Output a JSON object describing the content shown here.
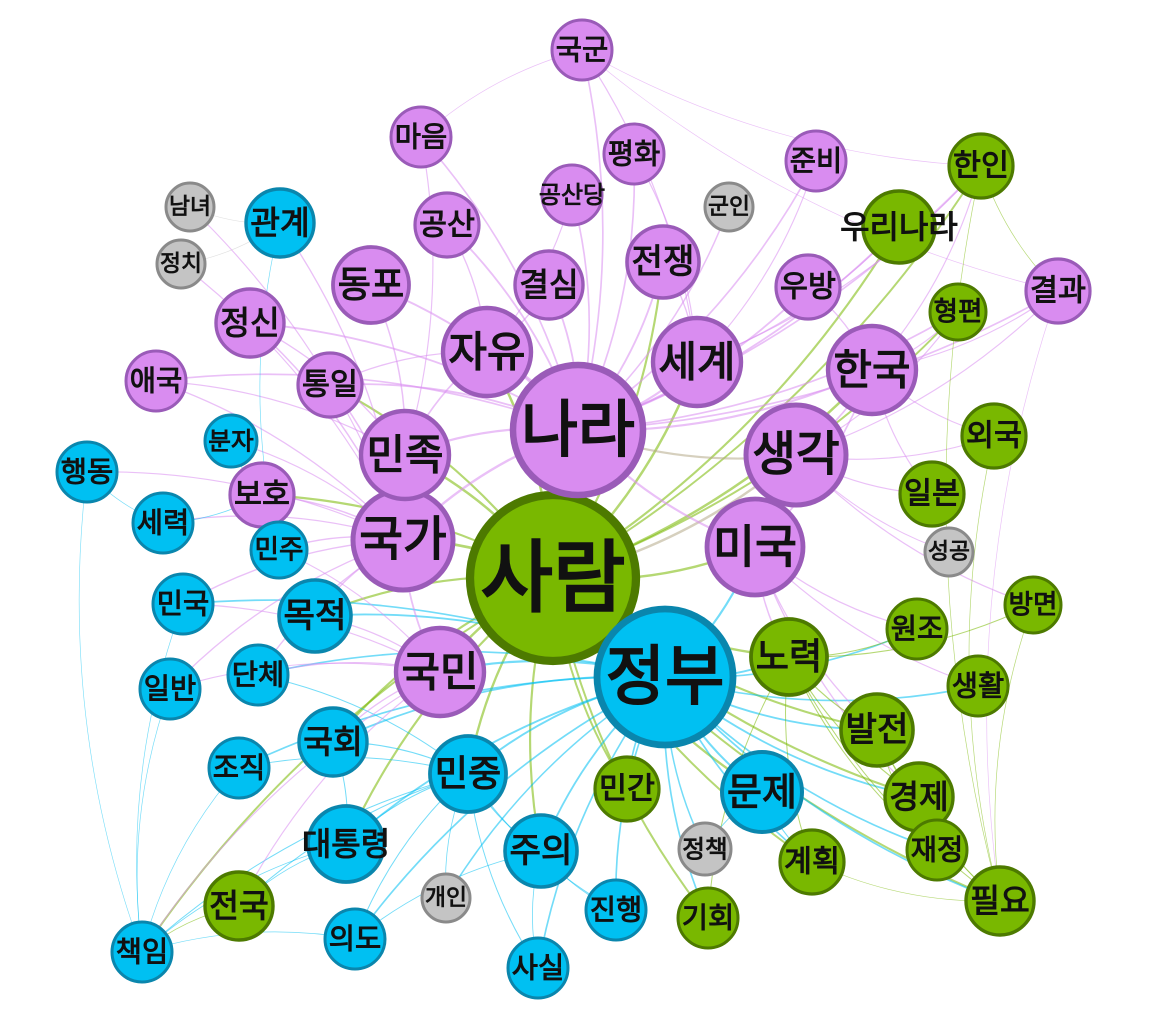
{
  "colors": {
    "purple": "#d98cf0",
    "purple_border": "#9a5bb8",
    "blue": "#00c0f2",
    "blue_border": "#0a86ad",
    "green": "#79b800",
    "green_border": "#4d7a00",
    "gray": "#c4c4c4",
    "gray_border": "#8a8a8a"
  },
  "nodes": [
    {
      "id": "사람",
      "label": "사람",
      "group": "green",
      "weight": 10
    },
    {
      "id": "정부",
      "label": "정부",
      "group": "blue",
      "weight": 8
    },
    {
      "id": "나라",
      "label": "나라",
      "group": "purple",
      "weight": 8
    },
    {
      "id": "국가",
      "label": "국가",
      "group": "purple",
      "weight": 6
    },
    {
      "id": "세계",
      "label": "세계",
      "group": "purple",
      "weight": 5
    },
    {
      "id": "생각",
      "label": "생각",
      "group": "purple",
      "weight": 5
    },
    {
      "id": "미국",
      "label": "미국",
      "group": "purple",
      "weight": 5
    },
    {
      "id": "자유",
      "label": "자유",
      "group": "purple",
      "weight": 5
    },
    {
      "id": "한국",
      "label": "한국",
      "group": "purple",
      "weight": 5
    },
    {
      "id": "국민",
      "label": "국민",
      "group": "purple",
      "weight": 5
    },
    {
      "id": "민족",
      "label": "민족",
      "group": "purple",
      "weight": 5
    },
    {
      "id": "민중",
      "label": "민중",
      "group": "blue",
      "weight": 4
    },
    {
      "id": "노력",
      "label": "노력",
      "group": "green",
      "weight": 4
    },
    {
      "id": "동포",
      "label": "동포",
      "group": "purple",
      "weight": 4
    },
    {
      "id": "전쟁",
      "label": "전쟁",
      "group": "purple",
      "weight": 3
    },
    {
      "id": "결심",
      "label": "결심",
      "group": "purple",
      "weight": 3
    },
    {
      "id": "공산",
      "label": "공산",
      "group": "purple",
      "weight": 3
    },
    {
      "id": "정신",
      "label": "정신",
      "group": "purple",
      "weight": 3
    },
    {
      "id": "통일",
      "label": "통일",
      "group": "purple",
      "weight": 3
    },
    {
      "id": "보호",
      "label": "보호",
      "group": "purple",
      "weight": 3
    },
    {
      "id": "우방",
      "label": "우방",
      "group": "purple",
      "weight": 3
    },
    {
      "id": "마음",
      "label": "마음",
      "group": "purple",
      "weight": 2
    },
    {
      "id": "평화",
      "label": "평화",
      "group": "purple",
      "weight": 2
    },
    {
      "id": "공산당",
      "label": "공산당",
      "group": "purple",
      "weight": 2
    },
    {
      "id": "준비",
      "label": "준비",
      "group": "purple",
      "weight": 2
    },
    {
      "id": "국군",
      "label": "국군",
      "group": "purple",
      "weight": 2
    },
    {
      "id": "애국",
      "label": "애국",
      "group": "purple",
      "weight": 2
    },
    {
      "id": "결과",
      "label": "결과",
      "group": "purple",
      "weight": 2
    },
    {
      "id": "관계",
      "label": "관계",
      "group": "blue",
      "weight": 2
    },
    {
      "id": "분자",
      "label": "분자",
      "group": "blue",
      "weight": 1
    },
    {
      "id": "행동",
      "label": "행동",
      "group": "blue",
      "weight": 1
    },
    {
      "id": "세력",
      "label": "세력",
      "group": "blue",
      "weight": 2
    },
    {
      "id": "민주",
      "label": "민주",
      "group": "blue",
      "weight": 2
    },
    {
      "id": "민국",
      "label": "민국",
      "group": "blue",
      "weight": 2
    },
    {
      "id": "목적",
      "label": "목적",
      "group": "blue",
      "weight": 3
    },
    {
      "id": "단체",
      "label": "단체",
      "group": "blue",
      "weight": 2
    },
    {
      "id": "일반",
      "label": "일반",
      "group": "blue",
      "weight": 2
    },
    {
      "id": "국회",
      "label": "국회",
      "group": "blue",
      "weight": 3
    },
    {
      "id": "조직",
      "label": "조직",
      "group": "blue",
      "weight": 2
    },
    {
      "id": "대통령",
      "label": "대통령",
      "group": "blue",
      "weight": 3
    },
    {
      "id": "주의",
      "label": "주의",
      "group": "blue",
      "weight": 3
    },
    {
      "id": "문제",
      "label": "문제",
      "group": "blue",
      "weight": 4
    },
    {
      "id": "진행",
      "label": "진행",
      "group": "blue",
      "weight": 2
    },
    {
      "id": "사실",
      "label": "사실",
      "group": "blue",
      "weight": 2
    },
    {
      "id": "의도",
      "label": "의도",
      "group": "blue",
      "weight": 2
    },
    {
      "id": "책임",
      "label": "책임",
      "group": "blue",
      "weight": 2
    },
    {
      "id": "한인",
      "label": "한인",
      "group": "green",
      "weight": 2
    },
    {
      "id": "우리나라",
      "label": "우리나라",
      "group": "green",
      "weight": 3
    },
    {
      "id": "형편",
      "label": "형편",
      "group": "green",
      "weight": 2
    },
    {
      "id": "외국",
      "label": "외국",
      "group": "green",
      "weight": 2
    },
    {
      "id": "일본",
      "label": "일본",
      "group": "green",
      "weight": 2
    },
    {
      "id": "방면",
      "label": "방면",
      "group": "green",
      "weight": 2
    },
    {
      "id": "원조",
      "label": "원조",
      "group": "green",
      "weight": 2
    },
    {
      "id": "생활",
      "label": "생활",
      "group": "green",
      "weight": 2
    },
    {
      "id": "발전",
      "label": "발전",
      "group": "green",
      "weight": 3
    },
    {
      "id": "경제",
      "label": "경제",
      "group": "green",
      "weight": 3
    },
    {
      "id": "재정",
      "label": "재정",
      "group": "green",
      "weight": 2
    },
    {
      "id": "필요",
      "label": "필요",
      "group": "green",
      "weight": 2
    },
    {
      "id": "계획",
      "label": "계획",
      "group": "green",
      "weight": 2
    },
    {
      "id": "기회",
      "label": "기회",
      "group": "green",
      "weight": 2
    },
    {
      "id": "민간",
      "label": "민간",
      "group": "green",
      "weight": 2
    },
    {
      "id": "전국",
      "label": "전국",
      "group": "green",
      "weight": 2
    },
    {
      "id": "남녀",
      "label": "남녀",
      "group": "gray",
      "weight": 1
    },
    {
      "id": "정치",
      "label": "정치",
      "group": "gray",
      "weight": 1
    },
    {
      "id": "군인",
      "label": "군인",
      "group": "gray",
      "weight": 1
    },
    {
      "id": "성공",
      "label": "성공",
      "group": "gray",
      "weight": 1
    },
    {
      "id": "정책",
      "label": "정책",
      "group": "gray",
      "weight": 1
    },
    {
      "id": "개인",
      "label": "개인",
      "group": "gray",
      "weight": 1
    }
  ],
  "edges": [
    [
      "사람",
      "정부"
    ],
    [
      "사람",
      "나라"
    ],
    [
      "사람",
      "국가"
    ],
    [
      "사람",
      "생각"
    ],
    [
      "사람",
      "세계"
    ],
    [
      "사람",
      "미국"
    ],
    [
      "사람",
      "국민"
    ],
    [
      "사람",
      "민중"
    ],
    [
      "사람",
      "노력"
    ],
    [
      "사람",
      "자유"
    ],
    [
      "사람",
      "민족"
    ],
    [
      "사람",
      "한국"
    ],
    [
      "사람",
      "발전"
    ],
    [
      "사람",
      "민간"
    ],
    [
      "사람",
      "주의"
    ],
    [
      "사람",
      "문제"
    ],
    [
      "사람",
      "우리나라"
    ],
    [
      "사람",
      "한인"
    ],
    [
      "사람",
      "필요"
    ],
    [
      "사람",
      "경제"
    ],
    [
      "사람",
      "목적"
    ],
    [
      "사람",
      "국회"
    ],
    [
      "사람",
      "보호"
    ],
    [
      "사람",
      "통일"
    ],
    [
      "사람",
      "전쟁"
    ],
    [
      "사람",
      "계획"
    ],
    [
      "사람",
      "기회"
    ],
    [
      "사람",
      "형편"
    ],
    [
      "사람",
      "책임"
    ],
    [
      "사람",
      "대통령"
    ],
    [
      "나라",
      "세계"
    ],
    [
      "나라",
      "생각"
    ],
    [
      "나라",
      "자유"
    ],
    [
      "나라",
      "국가"
    ],
    [
      "나라",
      "민족"
    ],
    [
      "나라",
      "한국"
    ],
    [
      "나라",
      "미국"
    ],
    [
      "나라",
      "전쟁"
    ],
    [
      "나라",
      "결심"
    ],
    [
      "나라",
      "동포"
    ],
    [
      "나라",
      "공산"
    ],
    [
      "나라",
      "평화"
    ],
    [
      "나라",
      "국군"
    ],
    [
      "나라",
      "마음"
    ],
    [
      "나라",
      "준비"
    ],
    [
      "나라",
      "우방"
    ],
    [
      "나라",
      "정신"
    ],
    [
      "나라",
      "통일"
    ],
    [
      "나라",
      "애국"
    ],
    [
      "나라",
      "결과"
    ],
    [
      "나라",
      "한인"
    ],
    [
      "나라",
      "우리나라"
    ],
    [
      "나라",
      "형편"
    ],
    [
      "나라",
      "공산당"
    ],
    [
      "나라",
      "군인"
    ],
    [
      "정부",
      "국민"
    ],
    [
      "정부",
      "민중"
    ],
    [
      "정부",
      "문제"
    ],
    [
      "정부",
      "노력"
    ],
    [
      "정부",
      "미국"
    ],
    [
      "정부",
      "국회"
    ],
    [
      "정부",
      "대통령"
    ],
    [
      "정부",
      "주의"
    ],
    [
      "정부",
      "민간"
    ],
    [
      "정부",
      "발전"
    ],
    [
      "정부",
      "경제"
    ],
    [
      "정부",
      "원조"
    ],
    [
      "정부",
      "정책"
    ],
    [
      "정부",
      "진행"
    ],
    [
      "정부",
      "사실"
    ],
    [
      "정부",
      "계획"
    ],
    [
      "정부",
      "기회"
    ],
    [
      "정부",
      "재정"
    ],
    [
      "정부",
      "필요"
    ],
    [
      "정부",
      "생활"
    ],
    [
      "정부",
      "개인"
    ],
    [
      "정부",
      "의도"
    ],
    [
      "정부",
      "조직"
    ],
    [
      "정부",
      "단체"
    ],
    [
      "정부",
      "목적"
    ],
    [
      "정부",
      "민국"
    ],
    [
      "국가",
      "민족"
    ],
    [
      "국가",
      "보호"
    ],
    [
      "국가",
      "민주"
    ],
    [
      "국가",
      "목적"
    ],
    [
      "국가",
      "세력"
    ],
    [
      "국가",
      "분자"
    ],
    [
      "국가",
      "정신"
    ],
    [
      "국가",
      "애국"
    ],
    [
      "국가",
      "통일"
    ],
    [
      "국가",
      "관계"
    ],
    [
      "국가",
      "정치"
    ],
    [
      "국가",
      "남녀"
    ],
    [
      "국가",
      "행동"
    ],
    [
      "국가",
      "단체"
    ],
    [
      "국가",
      "일반"
    ],
    [
      "국가",
      "민국"
    ],
    [
      "국가",
      "국민"
    ],
    [
      "생각",
      "한국"
    ],
    [
      "생각",
      "일본"
    ],
    [
      "생각",
      "외국"
    ],
    [
      "생각",
      "성공"
    ],
    [
      "생각",
      "방면"
    ],
    [
      "생각",
      "결과"
    ],
    [
      "생각",
      "형편"
    ],
    [
      "생각",
      "미국"
    ],
    [
      "미국",
      "노력"
    ],
    [
      "미국",
      "원조"
    ],
    [
      "미국",
      "생활"
    ],
    [
      "미국",
      "발전"
    ],
    [
      "미국",
      "경제"
    ],
    [
      "미국",
      "한국"
    ],
    [
      "노력",
      "발전"
    ],
    [
      "노력",
      "경제"
    ],
    [
      "노력",
      "계획"
    ],
    [
      "노력",
      "재정"
    ],
    [
      "노력",
      "필요"
    ],
    [
      "노력",
      "기회"
    ],
    [
      "노력",
      "방면"
    ],
    [
      "노력",
      "원조"
    ],
    [
      "민중",
      "주의"
    ],
    [
      "민중",
      "국회"
    ],
    [
      "민중",
      "대통령"
    ],
    [
      "민중",
      "사실"
    ],
    [
      "민중",
      "진행"
    ],
    [
      "민중",
      "의도"
    ],
    [
      "민중",
      "책임"
    ],
    [
      "민중",
      "개인"
    ],
    [
      "민중",
      "전국"
    ],
    [
      "민중",
      "조직"
    ],
    [
      "민중",
      "단체"
    ],
    [
      "국민",
      "민주"
    ],
    [
      "국민",
      "목적"
    ],
    [
      "국민",
      "민국"
    ],
    [
      "국민",
      "단체"
    ],
    [
      "국민",
      "일반"
    ],
    [
      "국민",
      "전국"
    ],
    [
      "국민",
      "책임"
    ],
    [
      "국민",
      "국회"
    ],
    [
      "한국",
      "우방"
    ],
    [
      "한국",
      "형편"
    ],
    [
      "한국",
      "한인"
    ],
    [
      "한국",
      "외국"
    ],
    [
      "한국",
      "일본"
    ],
    [
      "한국",
      "결과"
    ],
    [
      "세계",
      "우리나라"
    ],
    [
      "세계",
      "한인"
    ],
    [
      "세계",
      "평화"
    ],
    [
      "세계",
      "전쟁"
    ],
    [
      "세계",
      "준비"
    ],
    [
      "세계",
      "국군"
    ],
    [
      "자유",
      "공산"
    ],
    [
      "자유",
      "결심"
    ],
    [
      "자유",
      "통일"
    ],
    [
      "자유",
      "민족"
    ],
    [
      "자유",
      "공산당"
    ],
    [
      "민족",
      "동포"
    ],
    [
      "민족",
      "정신"
    ],
    [
      "민족",
      "애국"
    ],
    [
      "민족",
      "마음"
    ],
    [
      "발전",
      "경제"
    ],
    [
      "발전",
      "재정"
    ],
    [
      "발전",
      "필요"
    ],
    [
      "경제",
      "재정"
    ],
    [
      "경제",
      "필요"
    ],
    [
      "계획",
      "필요"
    ],
    [
      "문제",
      "계획"
    ],
    [
      "문제",
      "정책"
    ],
    [
      "대통령",
      "책임"
    ],
    [
      "대통령",
      "전국"
    ],
    [
      "대통령",
      "국회"
    ],
    [
      "주의",
      "사실"
    ],
    [
      "주의",
      "진행"
    ],
    [
      "주의",
      "의도"
    ],
    [
      "행동",
      "세력"
    ],
    [
      "행동",
      "책임"
    ],
    [
      "일반",
      "책임"
    ],
    [
      "조직",
      "책임"
    ],
    [
      "전국",
      "책임"
    ],
    [
      "의도",
      "책임"
    ],
    [
      "민국",
      "책임"
    ],
    [
      "국군",
      "한인"
    ],
    [
      "국군",
      "마음"
    ],
    [
      "국군",
      "결과"
    ],
    [
      "결과",
      "필요"
    ],
    [
      "한인",
      "필요"
    ],
    [
      "한인",
      "결과"
    ],
    [
      "방면",
      "필요"
    ],
    [
      "외국",
      "필요"
    ],
    [
      "남녀",
      "관계"
    ],
    [
      "정치",
      "관계"
    ],
    [
      "관계",
      "민주"
    ],
    [
      "분자",
      "보호"
    ],
    [
      "세력",
      "보호"
    ]
  ]
}
